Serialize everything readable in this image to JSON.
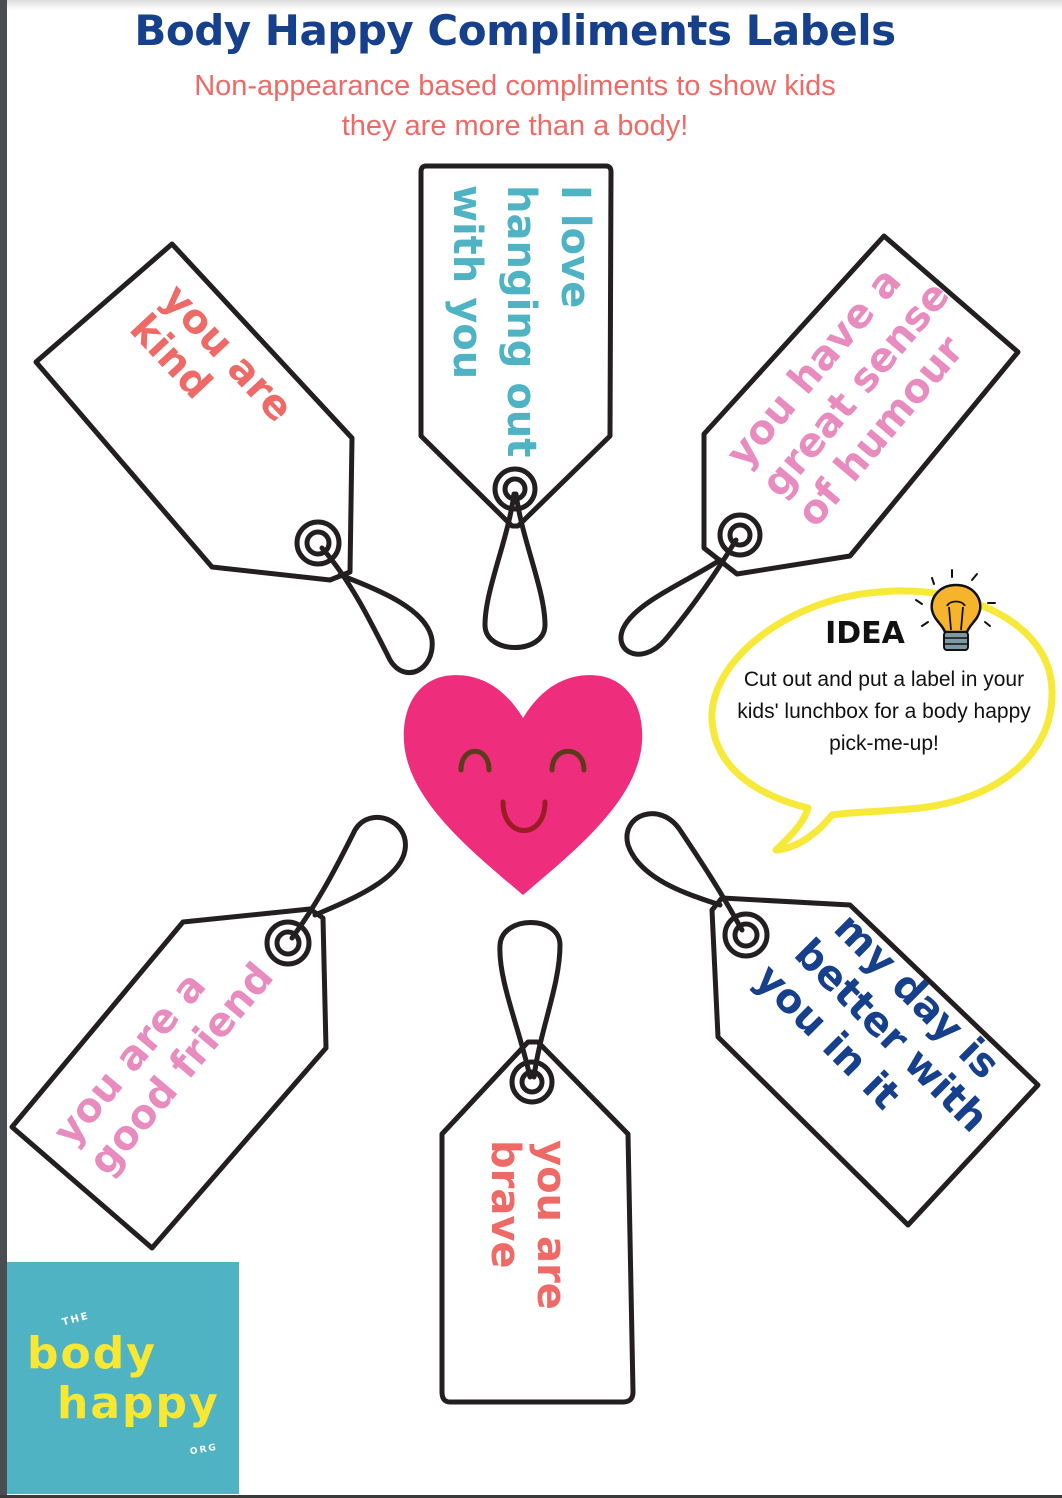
{
  "header": {
    "title": "Body Happy Compliments Labels",
    "subtitle_line1": "Non-appearance based compliments to show kids",
    "subtitle_line2": "they are more than a body!"
  },
  "tags": [
    {
      "position": "top-left",
      "lines": [
        "you are",
        "kind"
      ],
      "color": "#ee6a66"
    },
    {
      "position": "top-center",
      "lines": [
        "I love",
        "hanging out",
        "with you"
      ],
      "color": "#4fb3c3"
    },
    {
      "position": "top-right",
      "lines": [
        "you have a",
        "great sense",
        "of humour"
      ],
      "color": "#e88bbf"
    },
    {
      "position": "bottom-left",
      "lines": [
        "you are a",
        "good friend"
      ],
      "color": "#e88bbf"
    },
    {
      "position": "bottom-center",
      "lines": [
        "you are",
        "brave"
      ],
      "color": "#ee6a66"
    },
    {
      "position": "bottom-right",
      "lines": [
        "my day is",
        "better with",
        "you in it"
      ],
      "color": "#163f8c"
    }
  ],
  "center_icon": {
    "name": "smiling-heart",
    "color": "#ee2d7c"
  },
  "idea": {
    "title": "IDEA",
    "body": "Cut out and put a label in your kids' lunchbox for a body happy pick-me-up!",
    "bubble_color": "#f7e93a",
    "icon": "lightbulb-icon"
  },
  "logo": {
    "the": "THE",
    "line1": "body",
    "line2": "happy",
    "org": "ORG",
    "background": "#4fb3c3",
    "text_color": "#f8e833"
  }
}
